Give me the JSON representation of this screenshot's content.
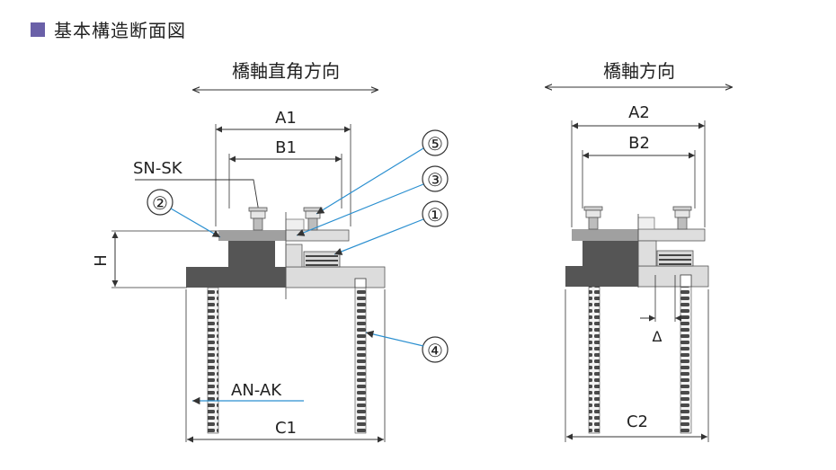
{
  "title": "基本構造断面図",
  "colors": {
    "accent": "#6a60a8",
    "dark_block": "#555555",
    "plate": "#9a9a9a",
    "light_block": "#d8d8d8",
    "leader": "#2a8fd0"
  },
  "left_view": {
    "heading": "橋軸直角方向",
    "dims": {
      "a": "A1",
      "b": "B1",
      "c": "C1",
      "h": "H"
    },
    "labels": {
      "sn": "SN-SK",
      "an": "AN-AK"
    },
    "callouts": [
      "②",
      "⑤",
      "③",
      "①",
      "④"
    ]
  },
  "right_view": {
    "heading": "橋軸方向",
    "dims": {
      "a": "A2",
      "b": "B2",
      "c": "C2",
      "delta": "Δ"
    }
  }
}
